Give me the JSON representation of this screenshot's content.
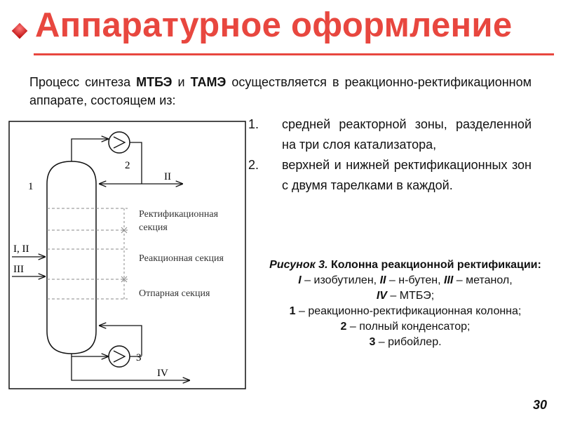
{
  "title": "Аппаратурное оформление",
  "intro": {
    "p1": "Процесс синтеза ",
    "mtbe": "МТБЭ",
    "p2": " и ",
    "tame": "ТАМЭ",
    "p3": " осуществляется в реакционно-ректификационном аппарате, состоящем из:"
  },
  "list": [
    {
      "num": "1.",
      "text": "средней реакторной зоны, разделенной на три слоя катализатора,"
    },
    {
      "num": "2.",
      "text": "верхней и нижней ректификационных зон с двумя тарелками в каждой."
    }
  ],
  "caption": {
    "fig": "Рисунок 3.",
    "title": " Колонна реакционной ректификации:",
    "s1": "I",
    "t1": " – изобутилен, ",
    "s2": "II",
    "t2": " – н-бутен, ",
    "s3": "III",
    "t3": " – метанол,",
    "s4": "IV",
    "t4": " – МТБЭ;",
    "n1": "1",
    "d1": " – реакционно-ректификационная колонна;",
    "n2": "2",
    "d2": " – полный конденсатор;",
    "n3": "3",
    "d3": " – рибойлер."
  },
  "diagram": {
    "label_column": "1",
    "label_condenser": "2",
    "label_reboiler": "3",
    "label_top_out": "II",
    "label_feed1": "I, II",
    "label_feed2": "III",
    "label_bottom_out": "IV",
    "section_rect_1": "Ректификационная",
    "section_rect_2": "секция",
    "section_react": "Реакционная секция",
    "section_strip": "Отпарная секция"
  },
  "page_number": "30"
}
